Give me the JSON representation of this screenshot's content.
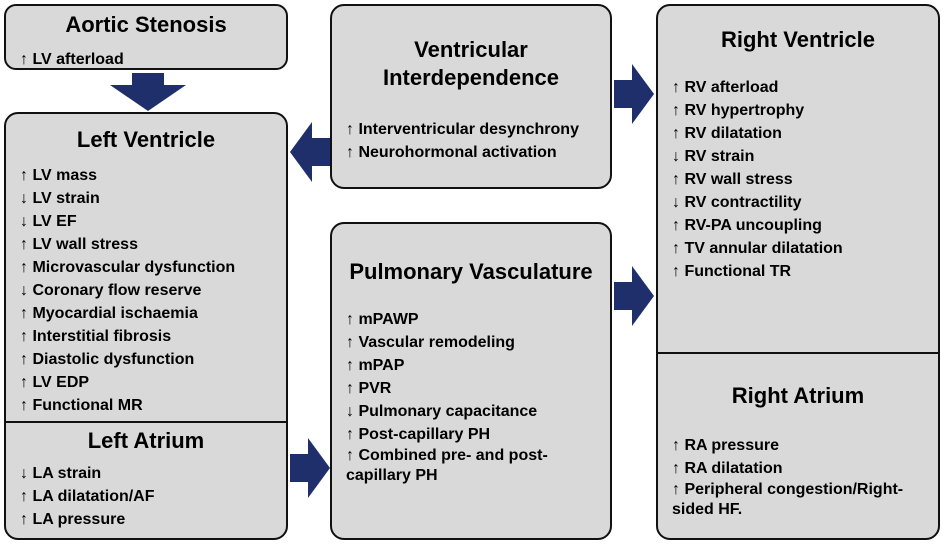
{
  "aortic_stenosis": {
    "title": "Aortic Stenosis",
    "items": [
      "↑ LV afterload"
    ]
  },
  "left_ventricle": {
    "title": "Left Ventricle",
    "items": [
      "↑ LV mass",
      "↓ LV strain",
      "↓ LV EF",
      "↑ LV wall stress",
      "↑ Microvascular dysfunction",
      "↓ Coronary flow reserve",
      "↑ Myocardial ischaemia",
      "↑ Interstitial fibrosis",
      "↑ Diastolic dysfunction",
      "↑ LV EDP",
      "↑ Functional MR"
    ]
  },
  "left_atrium": {
    "title": "Left Atrium",
    "items": [
      "↓ LA strain",
      "↑ LA dilatation/AF",
      "↑ LA pressure"
    ]
  },
  "ventricular_interdependence": {
    "title_line1": "Ventricular",
    "title_line2": "Interdependence",
    "items": [
      "↑ Interventricular desynchrony",
      "↑ Neurohormonal activation"
    ]
  },
  "pulmonary_vasculature": {
    "title": "Pulmonary Vasculature",
    "items": [
      "↑ mPAWP",
      "↑ Vascular remodeling",
      "↑ mPAP",
      "↑ PVR",
      "↓ Pulmonary capacitance",
      "↑ Post-capillary PH",
      "↑ Combined pre- and post-capillary PH"
    ]
  },
  "right_ventricle": {
    "title": "Right Ventricle",
    "items": [
      "↑ RV afterload",
      "↑ RV hypertrophy",
      "↑ RV dilatation",
      "↓ RV strain",
      "↑ RV wall stress",
      "↓ RV contractility",
      "↑ RV-PA uncoupling",
      "↑ TV annular dilatation",
      "↑ Functional TR"
    ]
  },
  "right_atrium": {
    "title": "Right Atrium",
    "items": [
      "↑ RA pressure",
      "↑ RA dilatation",
      "↑ Peripheral congestion/Right-sided HF."
    ]
  },
  "colors": {
    "box_fill": "#d9d9d9",
    "arrow": "#1f2f6b",
    "border": "#111111"
  }
}
